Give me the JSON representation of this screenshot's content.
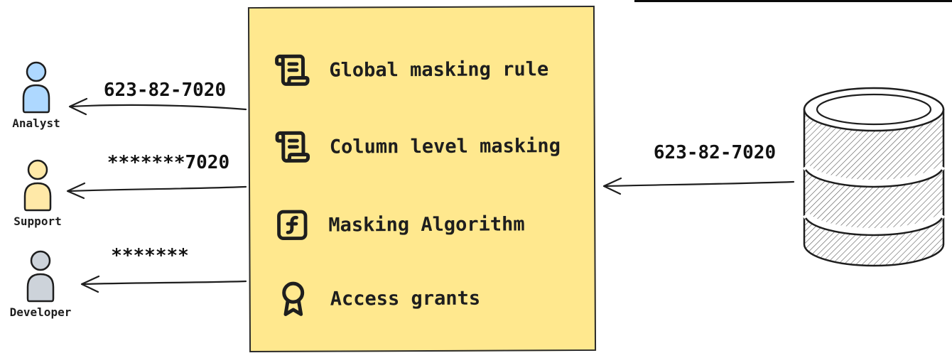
{
  "actors": [
    {
      "name": "Analyst",
      "value": "623-82-7020",
      "color": "#aed8ff"
    },
    {
      "name": "Support",
      "value": "*******7020",
      "color": "#ffe9a8"
    },
    {
      "name": "Developer",
      "value": "*******",
      "color": "#cdd3da"
    }
  ],
  "panel": {
    "items": [
      {
        "icon": "scroll-icon",
        "label": "Global masking rule"
      },
      {
        "icon": "scroll-icon",
        "label": "Column level masking"
      },
      {
        "icon": "function-square-icon",
        "label": "Masking Algorithm"
      },
      {
        "icon": "award-icon",
        "label": "Access grants"
      }
    ]
  },
  "flow": {
    "db_to_panel_value": "623-82-7020"
  },
  "colors": {
    "ink": "#1e1e1e",
    "panel_fill": "#ffe88e",
    "analyst_fill": "#aed8ff",
    "support_fill": "#ffe9a8",
    "developer_fill": "#cdd3da"
  }
}
